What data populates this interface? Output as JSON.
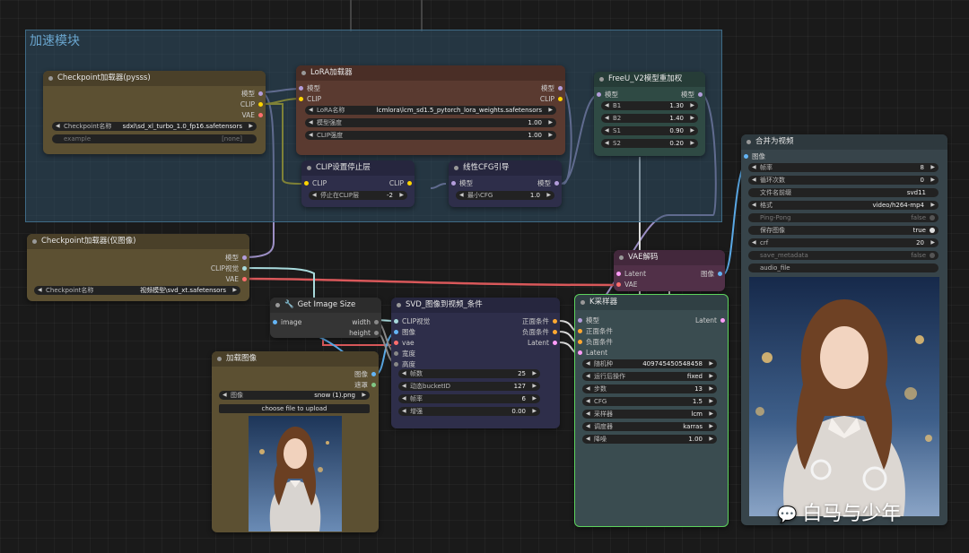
{
  "group": {
    "title": "加速模块"
  },
  "nodes": {
    "ckpt1": {
      "title": "Checkpoint加载器(pysss)",
      "outputs": [
        "模型",
        "CLIP",
        "VAE"
      ],
      "widgets": [
        {
          "label": "Checkpoint名称",
          "value": "sdxl\\sd_xl_turbo_1.0_fp16.safetensors"
        },
        {
          "label": "example",
          "value": "[none]"
        }
      ]
    },
    "lora": {
      "title": "LoRA加载器",
      "inputs": [
        "模型",
        "CLIP"
      ],
      "outputs": [
        "模型",
        "CLIP"
      ],
      "widgets": [
        {
          "label": "LoRA名称",
          "value": "lcmlora\\lcm_sd1.5_pytorch_lora_weights.safetensors"
        },
        {
          "label": "模型强度",
          "value": "1.00"
        },
        {
          "label": "CLIP强度",
          "value": "1.00"
        }
      ]
    },
    "freeu": {
      "title": "FreeU_V2模型重加权",
      "inputs": [
        "模型"
      ],
      "outputs": [
        "模型"
      ],
      "widgets": [
        {
          "label": "B1",
          "value": "1.30"
        },
        {
          "label": "B2",
          "value": "1.40"
        },
        {
          "label": "S1",
          "value": "0.90"
        },
        {
          "label": "S2",
          "value": "0.20"
        }
      ]
    },
    "clipstop": {
      "title": "CLIP设置停止层",
      "inputs": [
        "CLIP"
      ],
      "outputs": [
        "CLIP"
      ],
      "widgets": [
        {
          "label": "停止在CLIP层",
          "value": "-2"
        }
      ]
    },
    "cfg": {
      "title": "线性CFG引导",
      "inputs": [
        "模型"
      ],
      "outputs": [
        "模型"
      ],
      "widgets": [
        {
          "label": "最小CFG",
          "value": "1.0"
        }
      ]
    },
    "ckpt2": {
      "title": "Checkpoint加载器(仅图像)",
      "outputs": [
        "模型",
        "CLIP视觉",
        "VAE"
      ],
      "widgets": [
        {
          "label": "Checkpoint名称",
          "value": "视频模型\\svd_xt.safetensors"
        }
      ]
    },
    "vae": {
      "title": "VAE解码",
      "inputs": [
        "Latent",
        "VAE"
      ],
      "outputs": [
        "图像"
      ]
    },
    "getsize": {
      "title": "Get Image Size",
      "inputs": [
        "image"
      ],
      "outputs": [
        "width",
        "height"
      ]
    },
    "svd": {
      "title": "SVD_图像到视频_条件",
      "inputs": [
        "CLIP视觉",
        "图像",
        "vae",
        "宽度",
        "高度"
      ],
      "outputs": [
        "正面条件",
        "负面条件",
        "Latent"
      ],
      "widgets": [
        {
          "label": "帧数",
          "value": "25"
        },
        {
          "label": "动态bucketID",
          "value": "127"
        },
        {
          "label": "帧率",
          "value": "6"
        },
        {
          "label": "增强",
          "value": "0.00"
        }
      ]
    },
    "ksampler": {
      "title": "K采样器",
      "inputs": [
        "模型",
        "正面条件",
        "负面条件",
        "Latent"
      ],
      "outputs": [
        "Latent"
      ],
      "widgets": [
        {
          "label": "随机种",
          "value": "409745450548458"
        },
        {
          "label": "运行后操作",
          "value": "fixed"
        },
        {
          "label": "步数",
          "value": "13"
        },
        {
          "label": "CFG",
          "value": "1.5"
        },
        {
          "label": "采样器",
          "value": "lcm"
        },
        {
          "label": "调度器",
          "value": "karras"
        },
        {
          "label": "降噪",
          "value": "1.00"
        }
      ]
    },
    "loadimg": {
      "title": "加载图像",
      "outputs": [
        "图像",
        "遮罩"
      ],
      "widgets": [
        {
          "label": "图像",
          "value": "snow (1).png"
        }
      ],
      "upload_label": "choose file to upload"
    },
    "video": {
      "title": "合并为视频",
      "inputs": [
        "图像"
      ],
      "widgets": [
        {
          "label": "帧率",
          "value": "8"
        },
        {
          "label": "循环次数",
          "value": "0"
        },
        {
          "label": "文件名前缀",
          "value": "svd11"
        },
        {
          "label": "格式",
          "value": "video/h264-mp4"
        },
        {
          "label": "Ping-Pong",
          "value": "false"
        },
        {
          "label": "保存图像",
          "value": "true"
        },
        {
          "label": "crf",
          "value": "20"
        },
        {
          "label": "save_metadata",
          "value": "false"
        },
        {
          "label": "audio_file",
          "value": ""
        }
      ]
    }
  },
  "watermark": "白马与少年",
  "colors": {
    "model": "#b39ddb",
    "clip": "#ffd500",
    "vae": "#ff6e6e",
    "clip_vision": "#a8dadc",
    "image": "#64b5f6",
    "latent": "#ff9cf9",
    "cond_pos": "#ffa931",
    "cond_neg": "#ffa931",
    "int": "#888888"
  }
}
